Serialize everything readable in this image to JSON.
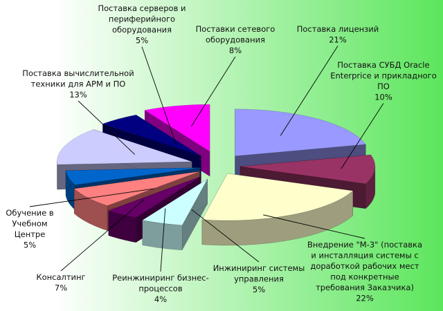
{
  "chart_data": {
    "type": "pie",
    "style": "3d-exploded",
    "title": "",
    "colors": {
      "background_left": "#ffffff",
      "background_right": "#5ce65c",
      "leader_line": "#000000"
    },
    "slices": [
      {
        "label_lines": [
          "Поставка лицензий"
        ],
        "percent_label": "21%",
        "value": 21,
        "color": "#9999ff"
      },
      {
        "label_lines": [
          "Поставка СУБД Oracle",
          "Enterprice и прикладного",
          "ПО"
        ],
        "percent_label": "10%",
        "value": 10,
        "color": "#993366"
      },
      {
        "label_lines": [
          "Внедрение \"М-3\" (поставка",
          "и инсталляция системы с",
          "доработкой рабочих мест",
          "под конкретные",
          "требования Заказчика)"
        ],
        "percent_label": "22%",
        "value": 22,
        "color": "#ffffcc"
      },
      {
        "label_lines": [
          "Инжиниринг системы",
          "управления"
        ],
        "percent_label": "5%",
        "value": 5,
        "color": "#ccffff"
      },
      {
        "label_lines": [
          "Реинжиниринг бизнес-",
          "процессов"
        ],
        "percent_label": "4%",
        "value": 4,
        "color": "#660066"
      },
      {
        "label_lines": [
          "Консалтинг"
        ],
        "percent_label": "7%",
        "value": 7,
        "color": "#ff8080"
      },
      {
        "label_lines": [
          "Обучение в",
          "Учебном",
          "Центре"
        ],
        "percent_label": "5%",
        "value": 5,
        "color": "#0066cc"
      },
      {
        "label_lines": [
          "Поставка вычислительной",
          "техники для АРМ и ПО"
        ],
        "percent_label": "13%",
        "value": 13,
        "color": "#ccccff"
      },
      {
        "label_lines": [
          "Поставка серверов и",
          "периферийного",
          "оборудования"
        ],
        "percent_label": "5%",
        "value": 5,
        "color": "#000080"
      },
      {
        "label_lines": [
          "Поставки сетевого",
          "оборудования"
        ],
        "percent_label": "8%",
        "value": 8,
        "color": "#ff00ff"
      }
    ]
  }
}
